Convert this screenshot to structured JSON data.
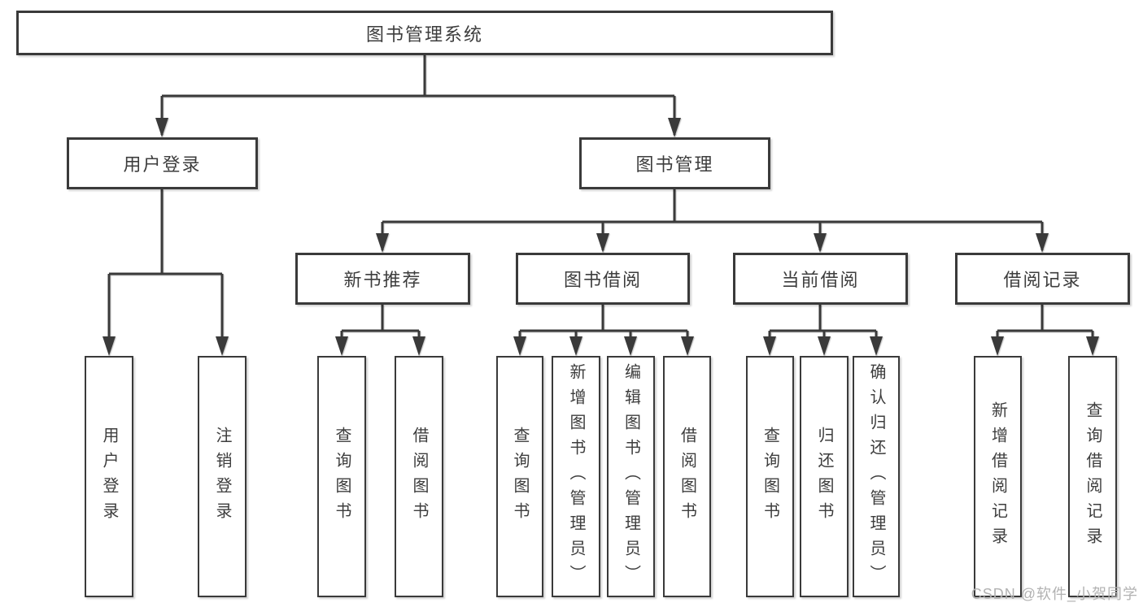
{
  "colors": {
    "line": "#3a3a3a",
    "text": "#3d3d3d",
    "box_bg": "#ffffff",
    "page_bg": "#ffffff",
    "watermark": "#b2b2b2"
  },
  "diagram": {
    "title": "图书管理系统",
    "root": {
      "label": "图书管理系统"
    },
    "level2": [
      {
        "label": "用户登录"
      },
      {
        "label": "图书管理"
      }
    ],
    "level3": [
      {
        "label": "新书推荐",
        "parent": "图书管理"
      },
      {
        "label": "图书借阅",
        "parent": "图书管理"
      },
      {
        "label": "当前借阅",
        "parent": "图书管理"
      },
      {
        "label": "借阅记录",
        "parent": "图书管理"
      }
    ],
    "leaves": [
      {
        "label": "用户登录",
        "parent": "用户登录"
      },
      {
        "label": "注销登录",
        "parent": "用户登录"
      },
      {
        "label": "查询图书",
        "parent": "新书推荐"
      },
      {
        "label": "借阅图书",
        "parent": "新书推荐"
      },
      {
        "label": "查询图书",
        "parent": "图书借阅"
      },
      {
        "label": "新增图书（管理员）",
        "parent": "图书借阅"
      },
      {
        "label": "编辑图书（管理员）",
        "parent": "图书借阅"
      },
      {
        "label": "借阅图书",
        "parent": "图书借阅"
      },
      {
        "label": "查询图书",
        "parent": "当前借阅"
      },
      {
        "label": "归还图书",
        "parent": "当前借阅"
      },
      {
        "label": "确认归还（管理员）",
        "parent": "当前借阅"
      },
      {
        "label": "新增借阅记录",
        "parent": "借阅记录"
      },
      {
        "label": "查询借阅记录",
        "parent": "借阅记录"
      }
    ]
  },
  "watermark": {
    "text": "CSDN @软件_小贺同学"
  }
}
